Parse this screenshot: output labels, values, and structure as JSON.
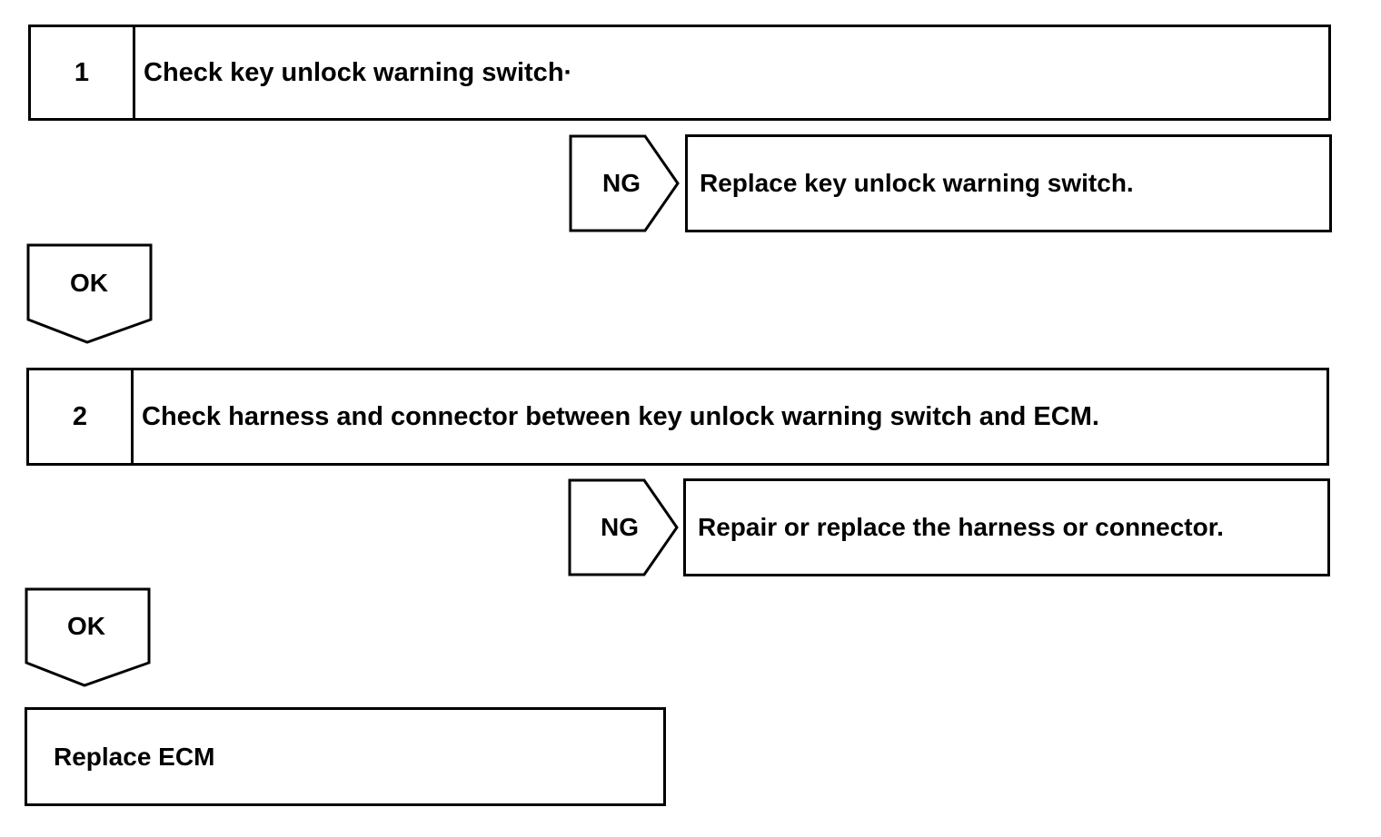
{
  "steps": [
    {
      "number": "1",
      "text": "Check key unlock warning switch·",
      "ng_label": "NG",
      "ng_action": "Replace key unlock warning switch.",
      "ok_label": "OK"
    },
    {
      "number": "2",
      "text": "Check harness and connector between key unlock warning switch and ECM.",
      "ng_label": "NG",
      "ng_action": "Repair or replace the harness or connector.",
      "ok_label": "OK"
    }
  ],
  "final_action": "Replace ECM"
}
